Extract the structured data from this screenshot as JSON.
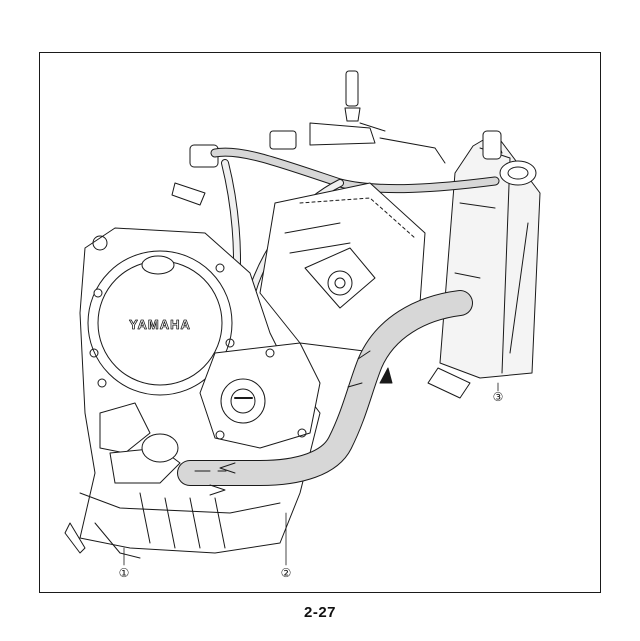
{
  "diagram": {
    "brand_mark": "YAMAHA",
    "callouts": [
      {
        "id": "1",
        "label": "①"
      },
      {
        "id": "2",
        "label": "②"
      },
      {
        "id": "3",
        "label": "③"
      }
    ],
    "colors": {
      "line": "#1a1a1a",
      "hose_fill": "#d7d7d7",
      "radiator_fill": "#f4f4f4"
    }
  },
  "page": {
    "number": "2-27"
  }
}
